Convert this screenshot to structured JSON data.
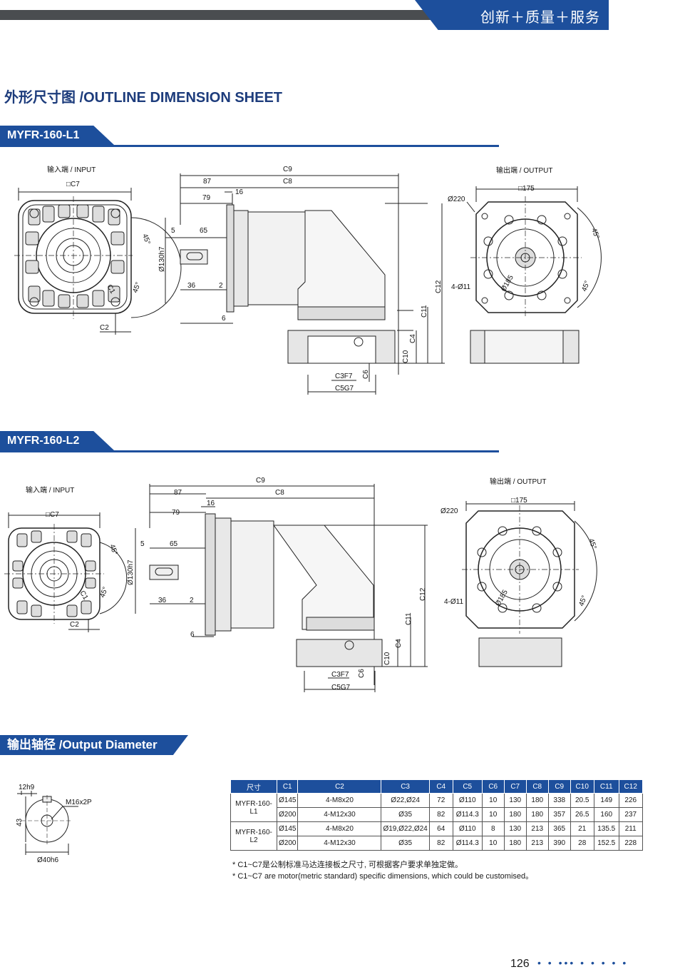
{
  "header": {
    "tab_text": "创新＋质量＋服务"
  },
  "title": "外形尺寸图 /OUTLINE DIMENSION SHEET",
  "models": [
    {
      "name": "MYFR-160-L1",
      "input_label": "输入端 / INPUT",
      "output_label": "输出端 / OUTPUT",
      "dims": {
        "c7": "□C7",
        "c9": "C9",
        "c8": "C8",
        "d87": "87",
        "d79": "79",
        "d16": "16",
        "d5": "5",
        "d65": "65",
        "d130": "Ø130h7",
        "d36": "36",
        "d2": "2",
        "d6": "6",
        "c12": "C12",
        "c11": "C11",
        "c4": "C4",
        "c10": "C10",
        "c3": "C3F7",
        "c6": "C6",
        "c5": "C5G7",
        "c2": "C2",
        "c1": "C1",
        "a45": "45°",
        "d220": "Ø220",
        "d175": "□175",
        "d185": "Ø185",
        "holes": "4-Ø11"
      }
    },
    {
      "name": "MYFR-160-L2",
      "input_label": "输入端 / INPUT",
      "output_label": "输出端 / OUTPUT",
      "dims": {
        "c7": "□C7",
        "c9": "C9",
        "c8": "C8",
        "d87": "87",
        "d79": "79",
        "d16": "16",
        "d5": "5",
        "d65": "65",
        "d130": "Ø130h7",
        "d36": "36",
        "d2": "2",
        "d6": "6",
        "c12": "C12",
        "c11": "C11",
        "c4": "C4",
        "c10": "C10",
        "c3": "C3F7",
        "c6": "C6",
        "c5": "C5G7",
        "c2": "C2",
        "c1": "C1",
        "a45": "45°",
        "d220": "Ø220",
        "d175": "□175",
        "d185": "Ø185",
        "holes": "4-Ø11"
      }
    }
  ],
  "output_diameter": {
    "title": "输出轴径 /Output Diameter",
    "d12": "12h9",
    "thread": "M16x2P",
    "d43": "43",
    "d40": "Ø40h6"
  },
  "table": {
    "headers": [
      "尺寸",
      "C1",
      "C2",
      "C3",
      "C4",
      "C5",
      "C6",
      "C7",
      "C8",
      "C9",
      "C10",
      "C11",
      "C12"
    ],
    "groups": [
      {
        "model": "MYFR-160-L1",
        "rows": [
          [
            "Ø145",
            "4-M8x20",
            "Ø22,Ø24",
            "72",
            "Ø110",
            "10",
            "130",
            "180",
            "338",
            "20.5",
            "149",
            "226"
          ],
          [
            "Ø200",
            "4-M12x30",
            "Ø35",
            "82",
            "Ø114.3",
            "10",
            "180",
            "180",
            "357",
            "26.5",
            "160",
            "237"
          ]
        ]
      },
      {
        "model": "MYFR-160-L2",
        "rows": [
          [
            "Ø145",
            "4-M8x20",
            "Ø19,Ø22,Ø24",
            "64",
            "Ø110",
            "8",
            "130",
            "213",
            "365",
            "21",
            "135.5",
            "211"
          ],
          [
            "Ø200",
            "4-M12x30",
            "Ø35",
            "82",
            "Ø114.3",
            "10",
            "180",
            "213",
            "390",
            "28",
            "152.5",
            "228"
          ]
        ]
      }
    ]
  },
  "notes": [
    "* C1~C7是公制标准马达连接板之尺寸, 可根据客户要求单独定做。",
    "* C1~C7 are motor(metric standard) specific dimensions, which could be customised。"
  ],
  "footer": {
    "page": "126",
    "dots": "• • ••• • • • • •"
  },
  "colors": {
    "brand_blue": "#1d4f9c",
    "top_bar": "#4a4d50"
  }
}
